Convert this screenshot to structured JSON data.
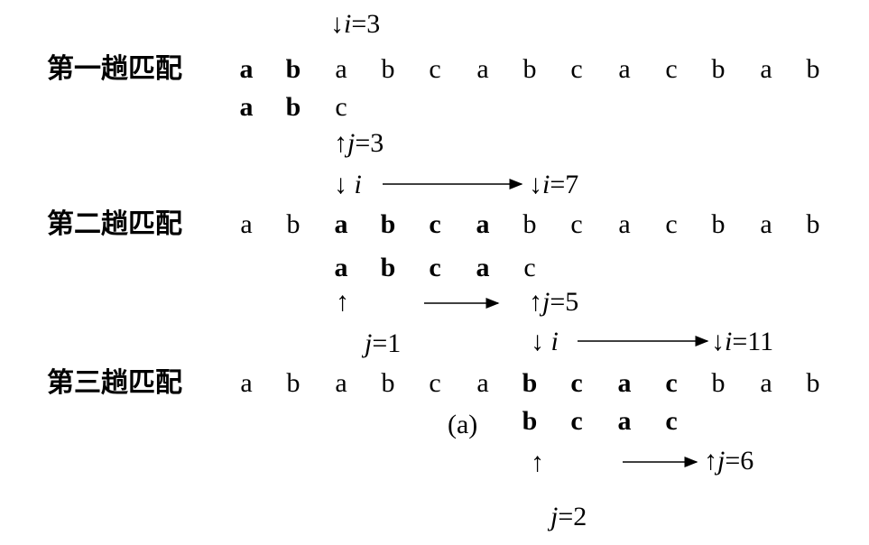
{
  "label_char": "i",
  "label_char_j": "j",
  "rows": [
    {
      "label": "第一趟匹配",
      "main": {
        "chars": [
          "a",
          "b",
          "a",
          "b",
          "c",
          "a",
          "b",
          "c",
          "a",
          "c",
          "b",
          "a",
          "b"
        ],
        "bold": [
          0,
          1
        ]
      },
      "pattern": {
        "chars": [
          "a",
          "b",
          "c"
        ],
        "bold": [
          0,
          1
        ],
        "start": 0
      }
    },
    {
      "label": "第二趟匹配",
      "main": {
        "chars": [
          "a",
          "b",
          "a",
          "b",
          "c",
          "a",
          "b",
          "c",
          "a",
          "c",
          "b",
          "a",
          "b"
        ],
        "bold": [
          2,
          3,
          4,
          5
        ]
      },
      "pattern": {
        "chars": [
          "a",
          "b",
          "c",
          "a",
          "c"
        ],
        "bold": [
          0,
          1,
          2,
          3
        ],
        "start": 2
      }
    },
    {
      "label": "第三趟匹配",
      "main": {
        "chars": [
          "a",
          "b",
          "a",
          "b",
          "c",
          "a",
          "b",
          "c",
          "a",
          "c",
          "b",
          "a",
          "b"
        ],
        "bold": [
          6,
          7,
          8,
          9
        ]
      },
      "pattern": {
        "chars": [
          "b",
          "c",
          "a",
          "c"
        ],
        "bold": [
          0,
          1,
          2,
          3
        ],
        "start": 6
      }
    }
  ],
  "markers": {
    "i3": "↓i=3",
    "j3": "↑j=3",
    "i_start2": "↓ i",
    "i7": "↓i=7",
    "j_start2": "↑",
    "j1": "j=1",
    "j5": "↑j=5",
    "i_start3": "↓ i",
    "i11": "↓i=11",
    "j_start3": "↑",
    "j2": "j=2",
    "j6": "↑j=6"
  },
  "caption": "(a)"
}
